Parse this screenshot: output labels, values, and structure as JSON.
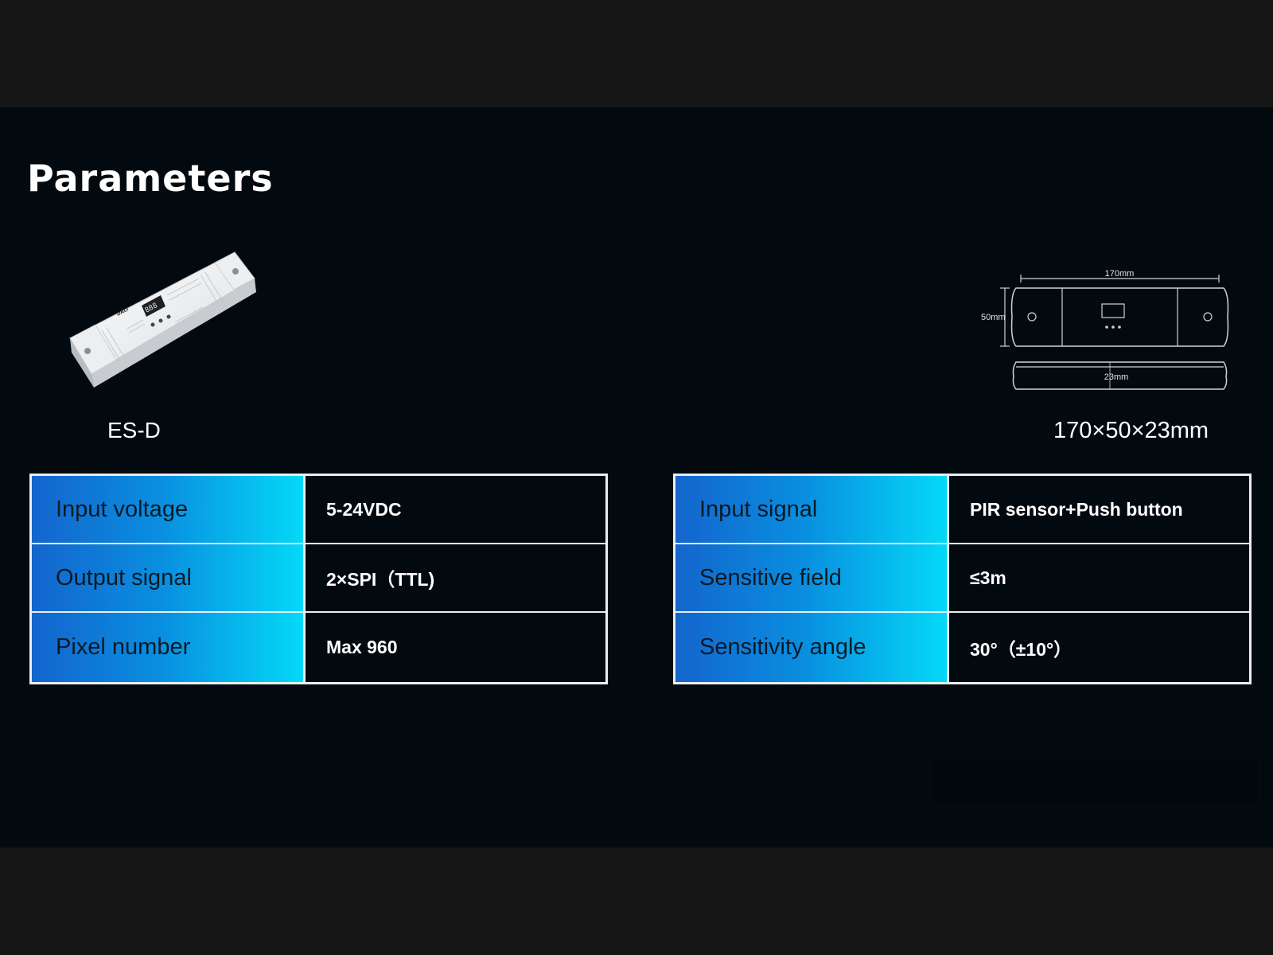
{
  "page": {
    "title": "Parameters"
  },
  "product": {
    "model": "ES-D",
    "device_brand": "DALI",
    "display_digits": "888",
    "dimensions_label": "170×50×23mm",
    "drawing": {
      "length": "170mm",
      "width": "50mm",
      "height": "23mm"
    }
  },
  "tables": {
    "left": [
      {
        "label": "Input voltage",
        "value": "5-24VDC"
      },
      {
        "label": "Output signal",
        "value": "2×SPI（TTL)"
      },
      {
        "label": "Pixel number",
        "value": "Max 960"
      }
    ],
    "right": [
      {
        "label": "Input signal",
        "value": "PIR sensor+Push button"
      },
      {
        "label": "Sensitive field",
        "value": "≤3m"
      },
      {
        "label": "Sensitivity angle",
        "value": "30°（±10°）"
      }
    ]
  },
  "colors": {
    "background": "#020a10",
    "frame": "#161616",
    "label_gradient_start": "#1465cc",
    "label_gradient_end": "#04d9f7",
    "border": "#e9eef2",
    "text": "#ffffff"
  }
}
